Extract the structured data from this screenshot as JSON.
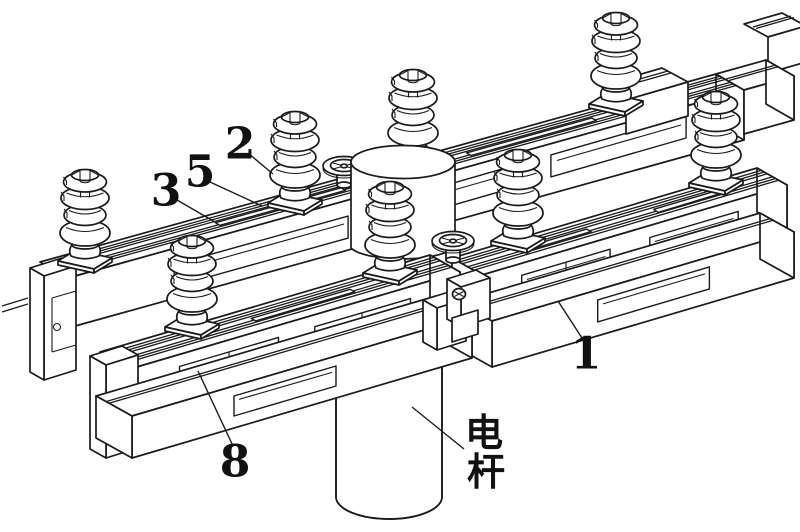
{
  "figure": {
    "kind": "patent-line-drawing",
    "colors": {
      "background": "#ffffff",
      "line": "#1b1b1b",
      "text": "#111111"
    },
    "callouts": [
      {
        "text": "1"
      },
      {
        "text": "2"
      },
      {
        "text": "3"
      },
      {
        "text": "5"
      },
      {
        "text": "8"
      }
    ],
    "pole_label": {
      "full": "电杆",
      "char_top": "电",
      "char_bottom": "杆"
    }
  }
}
